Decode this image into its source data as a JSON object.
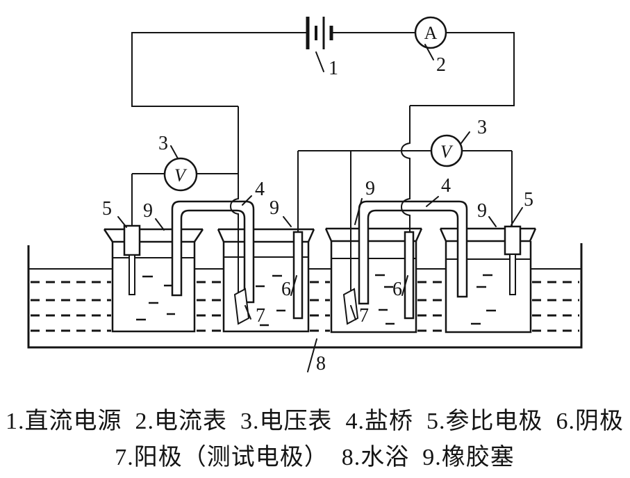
{
  "diagram_title": "electrochemical test cell circuit",
  "meters": {
    "ammeter_label": "A",
    "voltmeter_left_label": "V",
    "voltmeter_right_label": "V"
  },
  "callouts": [
    {
      "n": "1"
    },
    {
      "n": "2"
    },
    {
      "n": "3"
    },
    {
      "n": "3"
    },
    {
      "n": "4"
    },
    {
      "n": "4"
    },
    {
      "n": "5"
    },
    {
      "n": "5"
    },
    {
      "n": "6"
    },
    {
      "n": "6"
    },
    {
      "n": "7"
    },
    {
      "n": "7"
    },
    {
      "n": "8"
    },
    {
      "n": "9"
    },
    {
      "n": "9"
    },
    {
      "n": "9"
    },
    {
      "n": "9"
    }
  ],
  "caption": {
    "line1": "1.直流电源  2.电流表  3.电压表  4.盐桥  5.参比电极  6.阴极",
    "line2": "7.阳极（测试电极）  8.水浴  9.橡胶塞"
  }
}
